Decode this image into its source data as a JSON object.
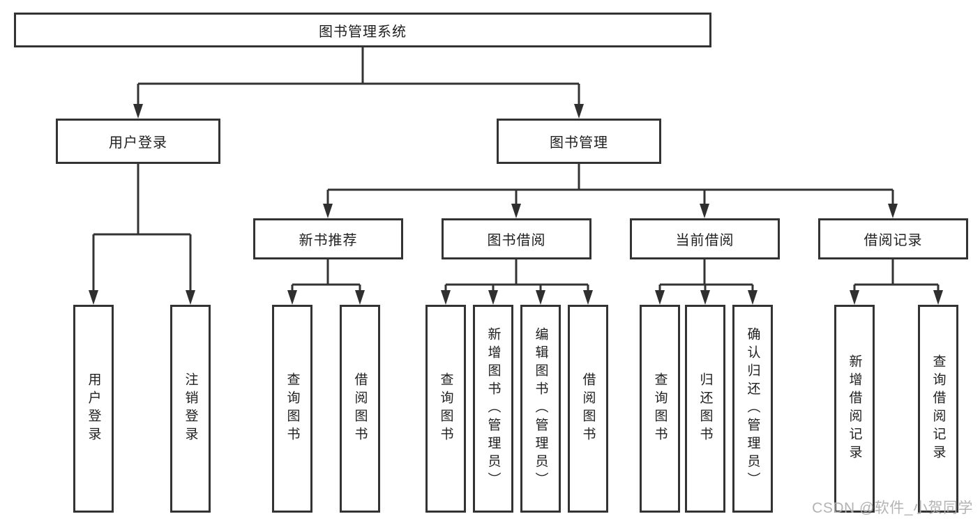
{
  "title": "图书管理系统",
  "watermark": "CSDN @软件_小贺同学",
  "colors": {
    "line": "#333333",
    "text": "#1f1f1f",
    "background": "#ffffff",
    "watermark": "#afafaf"
  },
  "nodes": {
    "root": {
      "label": "图书管理系统"
    },
    "user_login": {
      "label": "用户登录"
    },
    "book_mgmt": {
      "label": "图书管理"
    },
    "new_book_rec": {
      "label": "新书推荐"
    },
    "book_borrow": {
      "label": "图书借阅"
    },
    "current_borrow": {
      "label": "当前借阅"
    },
    "borrow_records": {
      "label": "借阅记录"
    },
    "leaf_user_login": {
      "label": "用户登录"
    },
    "leaf_logout": {
      "label": "注销登录"
    },
    "leaf_nbr_query": {
      "label": "查询图书"
    },
    "leaf_nbr_borrow": {
      "label": "借阅图书"
    },
    "leaf_bb_query": {
      "label": "查询图书"
    },
    "leaf_bb_add": {
      "label": "新增图书（管理员）"
    },
    "leaf_bb_edit": {
      "label": "编辑图书（管理员）"
    },
    "leaf_bb_borrow": {
      "label": "借阅图书"
    },
    "leaf_cb_query": {
      "label": "查询图书"
    },
    "leaf_cb_return": {
      "label": "归还图书"
    },
    "leaf_cb_confirm": {
      "label": "确认归还（管理员）"
    },
    "leaf_br_add": {
      "label": "新增借阅记录"
    },
    "leaf_br_query": {
      "label": "查询借阅记录"
    }
  }
}
